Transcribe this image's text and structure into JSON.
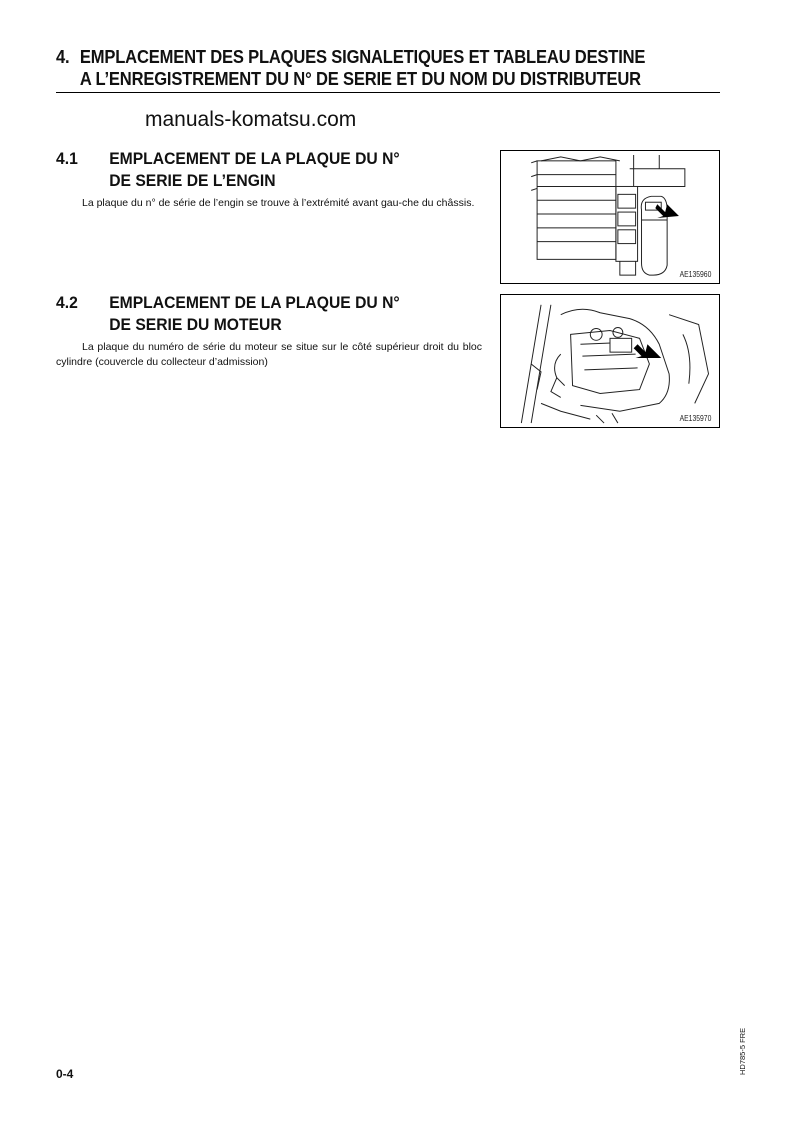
{
  "chapter": {
    "number": "4.",
    "title_line1": "EMPLACEMENT DES PLAQUES SIGNALETIQUES ET TABLEAU DESTINE",
    "title_line2": "A L’ENREGISTREMENT DU N° DE SERIE ET DU NOM DU DISTRIBUTEUR"
  },
  "watermark": "manuals-komatsu.com",
  "sections": [
    {
      "number": "4.1",
      "title_line1": "EMPLACEMENT DE LA PLAQUE DU N°",
      "title_line2": "DE SERIE DE L’ENGIN",
      "body": "La plaque du n° de série de l’engin se trouve à l’extrémité avant gau-che du châssis.",
      "figure_label": "AE135960"
    },
    {
      "number": "4.2",
      "title_line1": "EMPLACEMENT DE LA PLAQUE DU N°",
      "title_line2": "DE SERIE DU MOTEUR",
      "body": "La plaque du numéro de série du moteur se situe sur le côté supérieur droit du bloc cylindre (couvercle du collecteur d’admission)",
      "figure_label": "AE135970"
    }
  ],
  "footer": {
    "page_number": "0-4",
    "doc_code": "HD785-5 FRE"
  }
}
